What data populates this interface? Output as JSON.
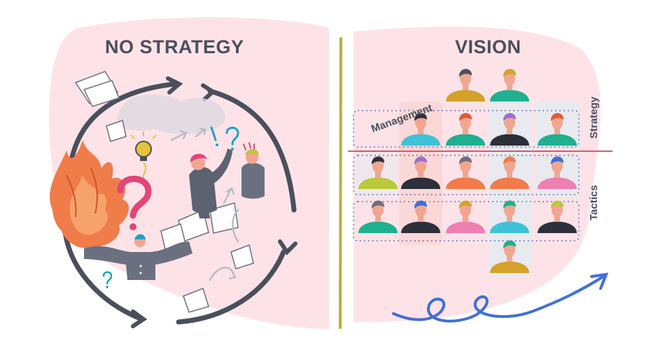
{
  "left_panel": {
    "title": "NO STRATEGY"
  },
  "right_panel": {
    "title": "VISION",
    "labels": {
      "management": "Management",
      "strategy": "Strategy",
      "tactics": "Tactics"
    }
  },
  "colors": {
    "blush": "#fde3e8",
    "ink": "#4a4f5c",
    "divider": "#b9b03a",
    "strategy_line": "#e0566b",
    "squiggle": "#3f6fd8",
    "fire": "#f07c4a",
    "question_mark": "#e0467a",
    "cell_grey": "#e8eaf0",
    "cell_pink": "#fbd8d8"
  },
  "icons": [
    "fire-icon",
    "lightbulb-icon",
    "question-mark-icon",
    "exclamation-icon",
    "paper-icon",
    "cycle-arrow-icon",
    "squiggle-arrow-icon",
    "person-avatar-icon"
  ]
}
